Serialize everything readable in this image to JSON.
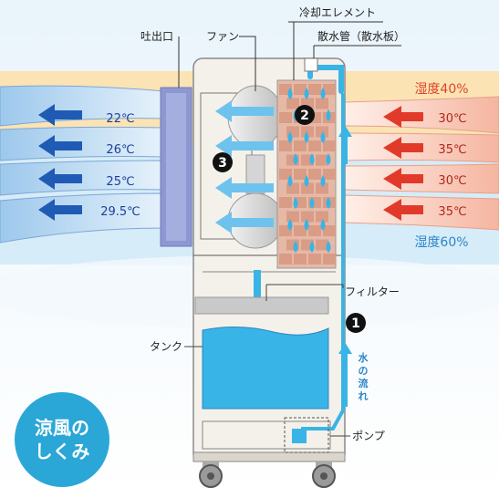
{
  "labels": {
    "outlet": "吐出口",
    "fan": "ファン",
    "cooling_element": "冷却エレメント",
    "water_pipe": "散水管（散水板）",
    "filter": "フィルター",
    "tank": "タンク",
    "pump": "ポンプ",
    "water_flow": [
      "水",
      "の",
      "流",
      "れ"
    ]
  },
  "humidity": {
    "in": "湿度40%",
    "out": "湿度60%"
  },
  "outlet_temps": [
    "22℃",
    "26℃",
    "25℃",
    "29.5℃"
  ],
  "inlet_temps": [
    "30℃",
    "35℃",
    "30℃",
    "35℃"
  ],
  "steps": [
    "1",
    "2",
    "3"
  ],
  "badge": {
    "line1": "涼風の",
    "line2": "しくみ"
  },
  "colors": {
    "warm_band": "#fbe3b4",
    "cool_band": "#d6ecf8",
    "cold_arrow": "#1f5bb5",
    "hot_arrow": "#e23a2a",
    "water": "#39b4e6",
    "badge": "#2aa7d6",
    "element_brick": "#e6b9a7"
  }
}
